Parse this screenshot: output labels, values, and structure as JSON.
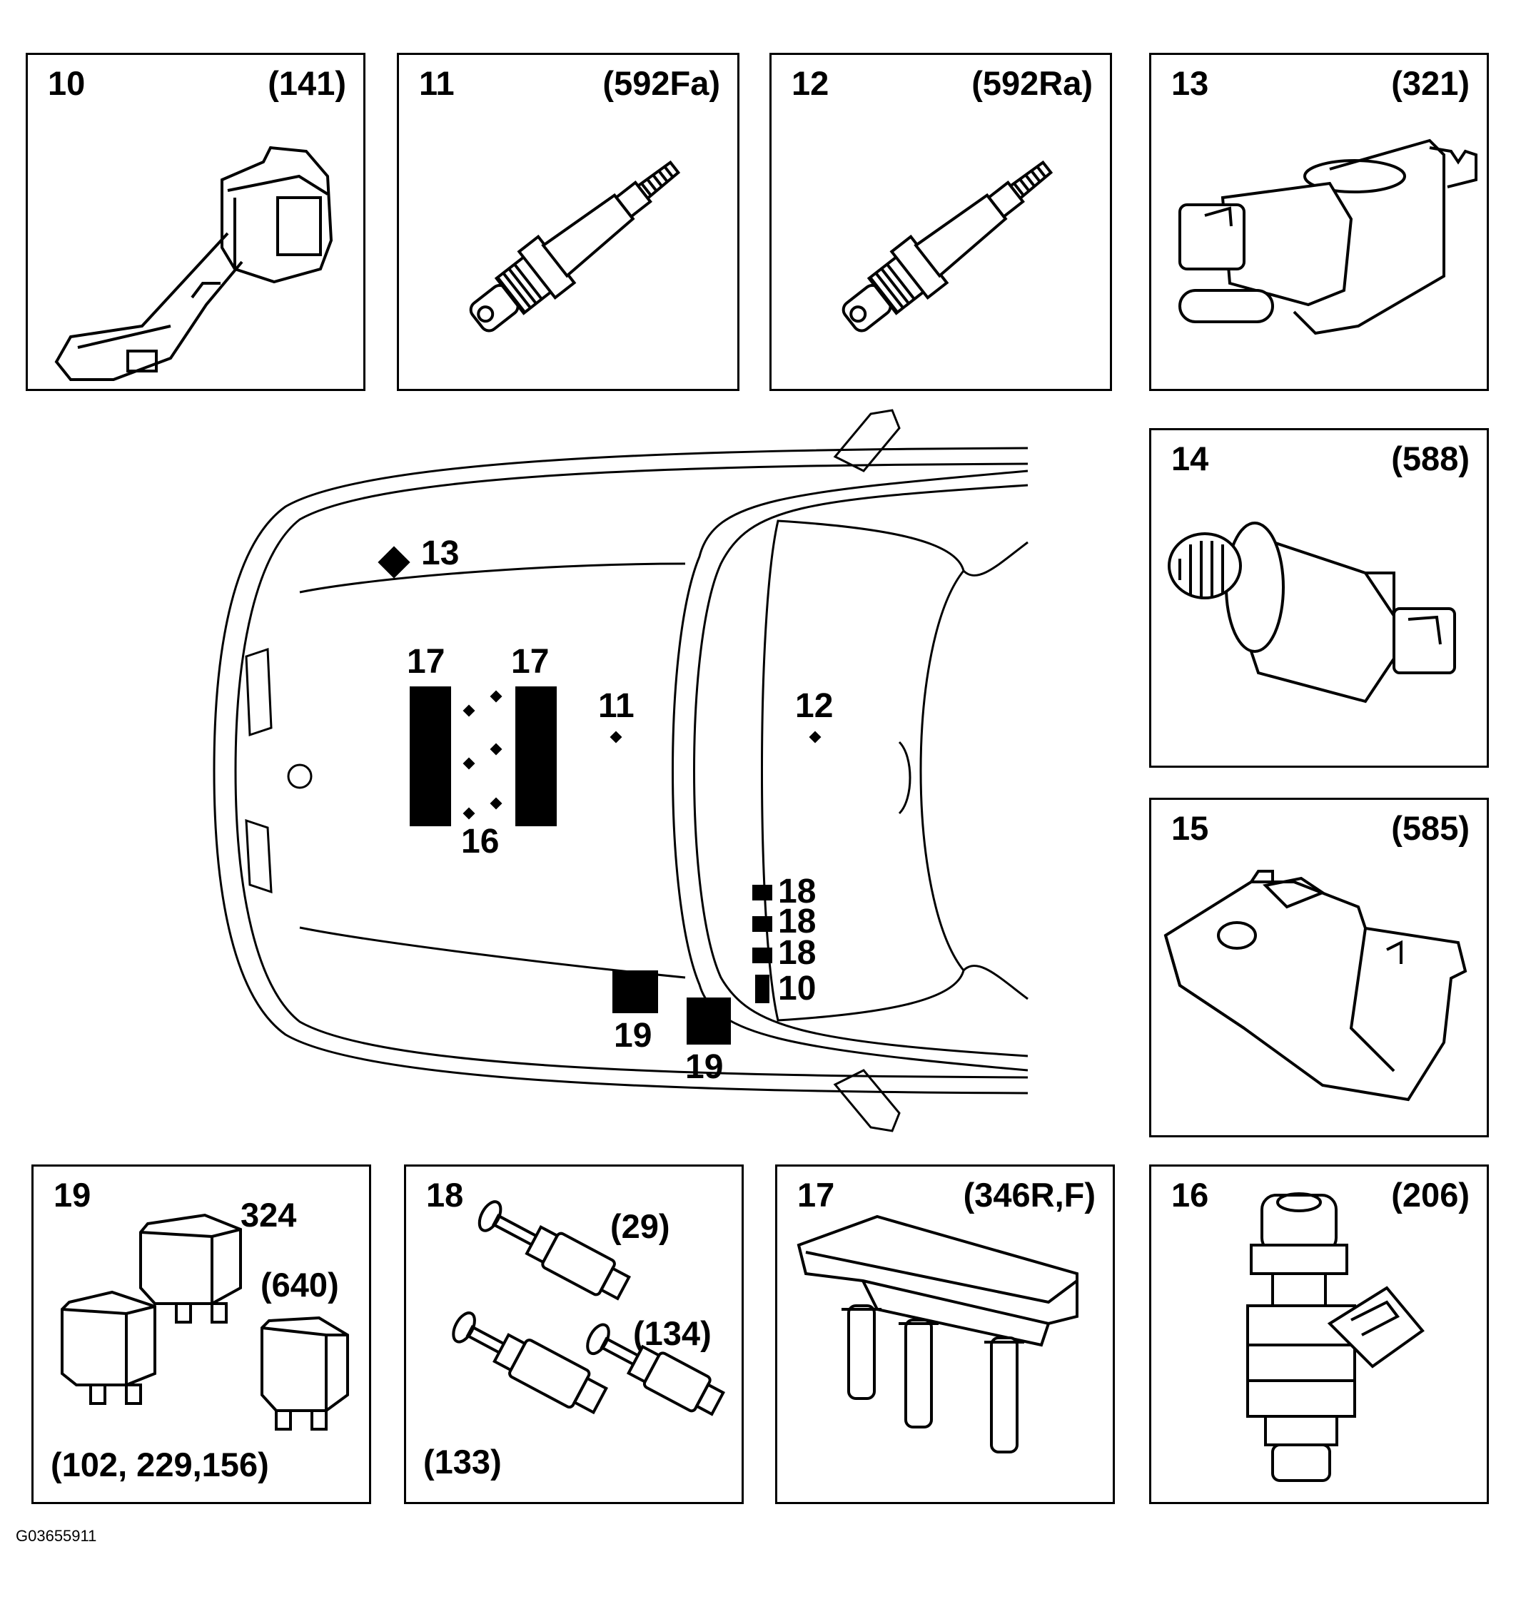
{
  "figure_id": "G03655911",
  "panels": {
    "p10": {
      "number": "10",
      "code": "(141)"
    },
    "p11": {
      "number": "11",
      "code": "(592Fa)"
    },
    "p12": {
      "number": "12",
      "code": "(592Ra)"
    },
    "p13": {
      "number": "13",
      "code": "(321)"
    },
    "p14": {
      "number": "14",
      "code": "(588)"
    },
    "p15": {
      "number": "15",
      "code": "(585)"
    },
    "p16": {
      "number": "16",
      "code": "(206)"
    },
    "p17": {
      "number": "17",
      "code": "(346R,F)"
    },
    "p18": {
      "number": "18",
      "codes": [
        "(29)",
        "(134)",
        "(133)"
      ]
    },
    "p19": {
      "number": "19",
      "codes": [
        "324",
        "(640)",
        "(102, 229,156)"
      ]
    }
  },
  "car_labels": {
    "l13": "13",
    "l17a": "17",
    "l17b": "17",
    "l11": "11",
    "l12": "12",
    "l16": "16",
    "l18a": "18",
    "l18b": "18",
    "l18c": "18",
    "l10": "10",
    "l19a": "19",
    "l19b": "19"
  },
  "colors": {
    "ink": "#000000",
    "paper": "#ffffff"
  }
}
